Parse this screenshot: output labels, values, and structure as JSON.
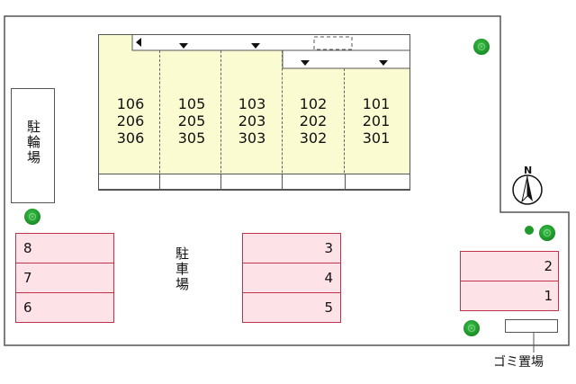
{
  "building": {
    "units": [
      {
        "column": 1,
        "rooms": [
          "106",
          "206",
          "306"
        ]
      },
      {
        "column": 2,
        "rooms": [
          "105",
          "205",
          "305"
        ]
      },
      {
        "column": 3,
        "rooms": [
          "103",
          "203",
          "303"
        ]
      },
      {
        "column": 4,
        "rooms": [
          "102",
          "202",
          "302"
        ]
      },
      {
        "column": 5,
        "rooms": [
          "101",
          "201",
          "301"
        ]
      }
    ]
  },
  "bicycle_parking": {
    "label": "駐輪場"
  },
  "car_parking": {
    "label": "駐車場"
  },
  "parking_spaces": {
    "left_column": [
      "8",
      "7",
      "6"
    ],
    "middle_column": [
      "3",
      "4",
      "5"
    ],
    "right_column": [
      "2",
      "1"
    ]
  },
  "garbage": {
    "label": "ゴミ置場"
  },
  "compass": {
    "label": "N"
  },
  "colors": {
    "building_fill": "#fbfbd2",
    "parking_fill": "#fde3e8",
    "parking_border": "#c0334a",
    "tree": "#1f9a2c"
  }
}
